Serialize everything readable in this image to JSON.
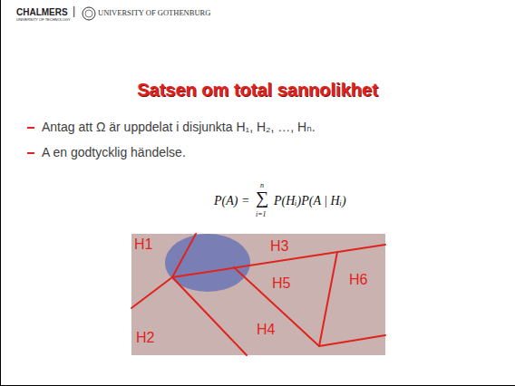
{
  "diagram": {
    "title": "Satsen om total sannolikhet",
    "labels": [
      "CHALMERS",
      "UNIVERSITY OF TECHNOLOGY",
      "|",
      "UNIVERSITY OF GOTHENBURG",
      "Antag att Ω är uppdelat i disjunkta H₁, H₂, …, Hₙ.",
      "A en godtycklig händelse.",
      "P(A) =",
      "n",
      "∑",
      "i=1",
      "P(Hᵢ)P(A | Hᵢ)",
      "H1",
      "H3",
      "H5",
      "H6",
      "H4",
      "H2"
    ]
  }
}
